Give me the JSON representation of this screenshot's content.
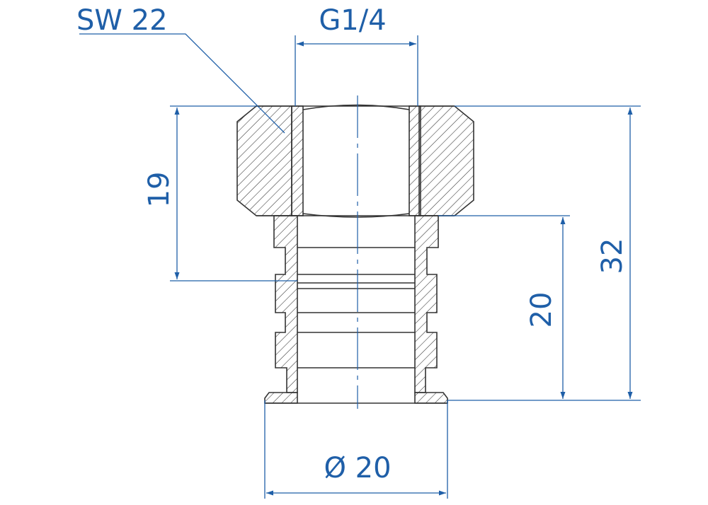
{
  "labels": {
    "wrench_size": "SW 22",
    "thread": "G1/4",
    "diameter": "Ø 20",
    "height_hex": "19",
    "height_spigot": "20",
    "height_total": "32"
  },
  "colors": {
    "dimension": "#1f5fa8",
    "outline": "#333333"
  }
}
